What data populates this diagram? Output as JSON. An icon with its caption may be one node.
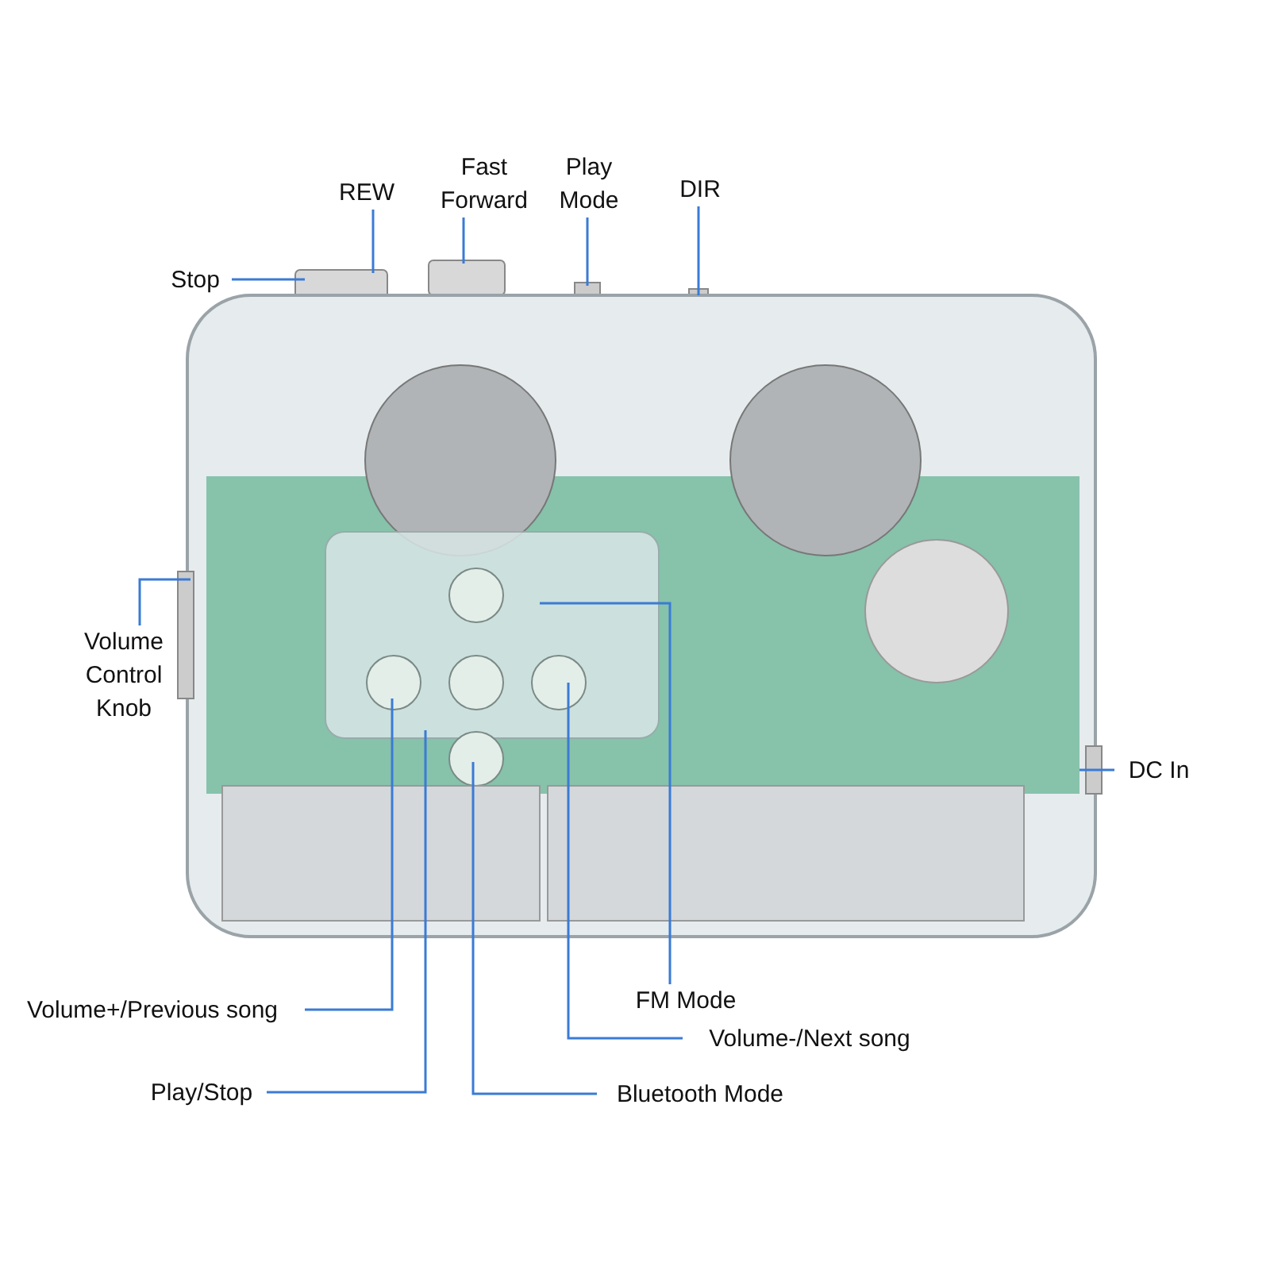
{
  "diagram": {
    "nodes": [
      {
        "text": [],
        "shape": "picture"
      },
      {
        "text": [
          "Stop"
        ]
      },
      {
        "text": [
          "REW"
        ]
      },
      {
        "text": [
          "Fast Forward"
        ]
      },
      {
        "text": [
          "Play Mode"
        ]
      },
      {
        "text": [
          "DIR"
        ]
      },
      {
        "text": [
          "Volume Control Knob"
        ]
      },
      {
        "text": [
          "DC In"
        ]
      },
      {
        "text": [
          "Volume+/Previous song"
        ]
      },
      {
        "text": [
          "Play/Stop"
        ]
      },
      {
        "text": [
          "Bluetooth Mode"
        ]
      },
      {
        "text": [
          "FM Mode"
        ]
      },
      {
        "text": [
          "Volume-/Next song"
        ]
      }
    ],
    "edges": [
      {
        "from": 1,
        "to": 0,
        "arrow": "none"
      },
      {
        "from": 2,
        "to": 0,
        "arrow": "none"
      },
      {
        "from": 3,
        "to": 0,
        "arrow": "none"
      },
      {
        "from": 4,
        "to": 0,
        "arrow": "none"
      },
      {
        "from": 5,
        "to": 0,
        "arrow": "none"
      },
      {
        "from": 6,
        "to": 0,
        "arrow": "none"
      },
      {
        "from": 7,
        "to": 0,
        "arrow": "none"
      },
      {
        "from": 8,
        "to": 0,
        "arrow": "none"
      },
      {
        "from": 9,
        "to": 0,
        "arrow": "none"
      },
      {
        "from": 10,
        "to": 0,
        "arrow": "none"
      },
      {
        "from": 11,
        "to": 0,
        "arrow": "none"
      },
      {
        "from": 12,
        "to": 0,
        "arrow": "none"
      }
    ]
  }
}
